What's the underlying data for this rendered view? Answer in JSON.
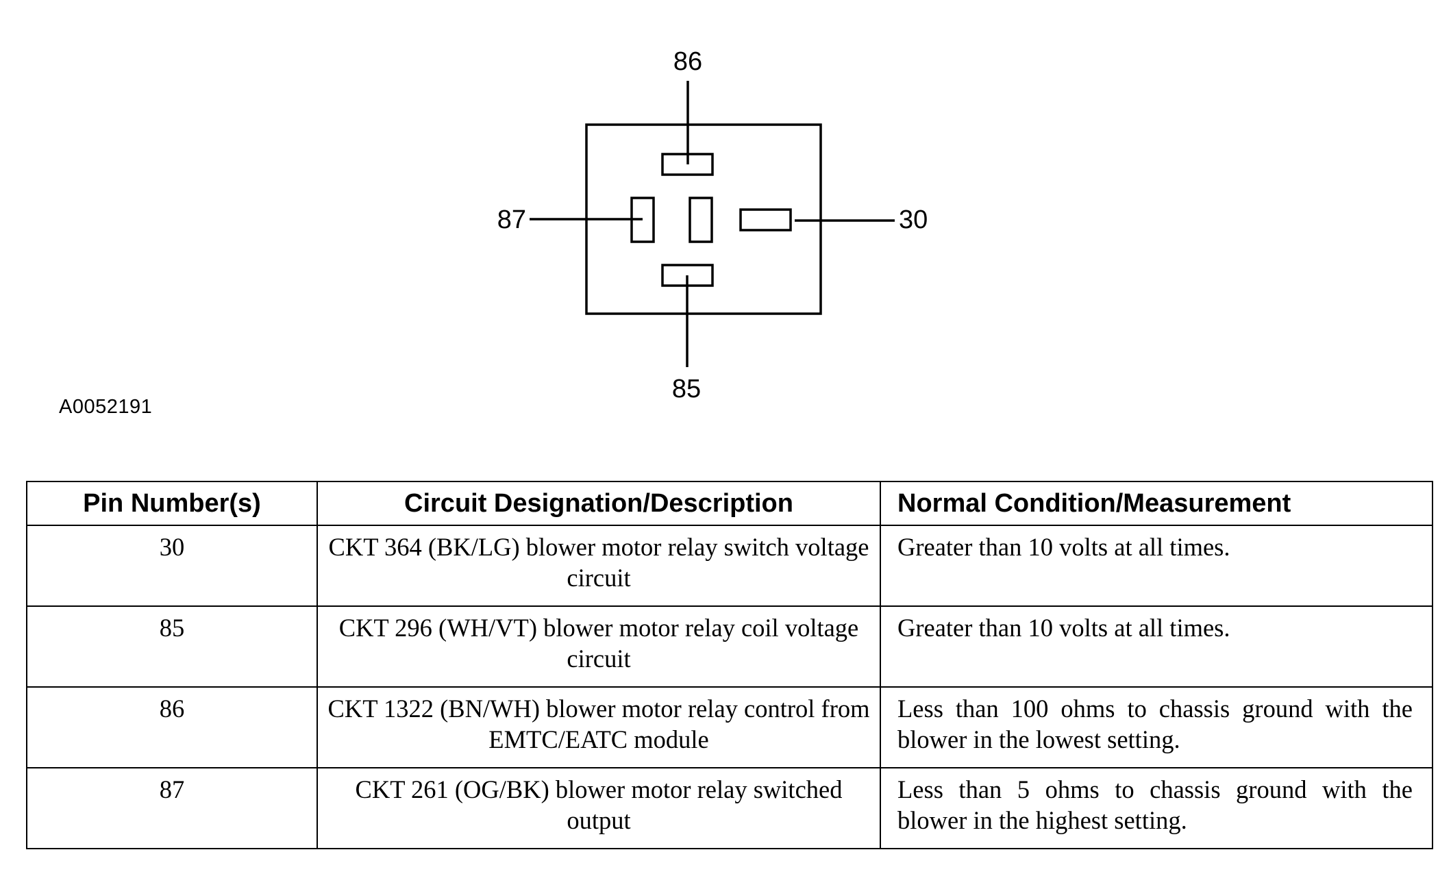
{
  "diagram": {
    "pin_labels": {
      "top": "86",
      "left": "87",
      "right": "30",
      "bottom": "85"
    },
    "figure_id": "A0052191"
  },
  "table": {
    "headers": [
      "Pin Number(s)",
      "Circuit Designation/Description",
      "Normal Condition/Measurement"
    ],
    "rows": [
      {
        "pin": "30",
        "description": "CKT 364 (BK/LG) blower motor relay switch voltage circuit",
        "measurement": "Greater than 10 volts at all times."
      },
      {
        "pin": "85",
        "description": "CKT 296 (WH/VT) blower motor relay coil voltage circuit",
        "measurement": "Greater than 10 volts at all times."
      },
      {
        "pin": "86",
        "description": "CKT 1322 (BN/WH) blower motor relay control from EMTC/EATC module",
        "measurement": "Less than 100 ohms to chassis ground with the blower in the lowest setting."
      },
      {
        "pin": "87",
        "description": "CKT 261 (OG/BK) blower motor relay switched output",
        "measurement": "Less than 5 ohms to chassis ground with the blower in the highest setting."
      }
    ]
  }
}
